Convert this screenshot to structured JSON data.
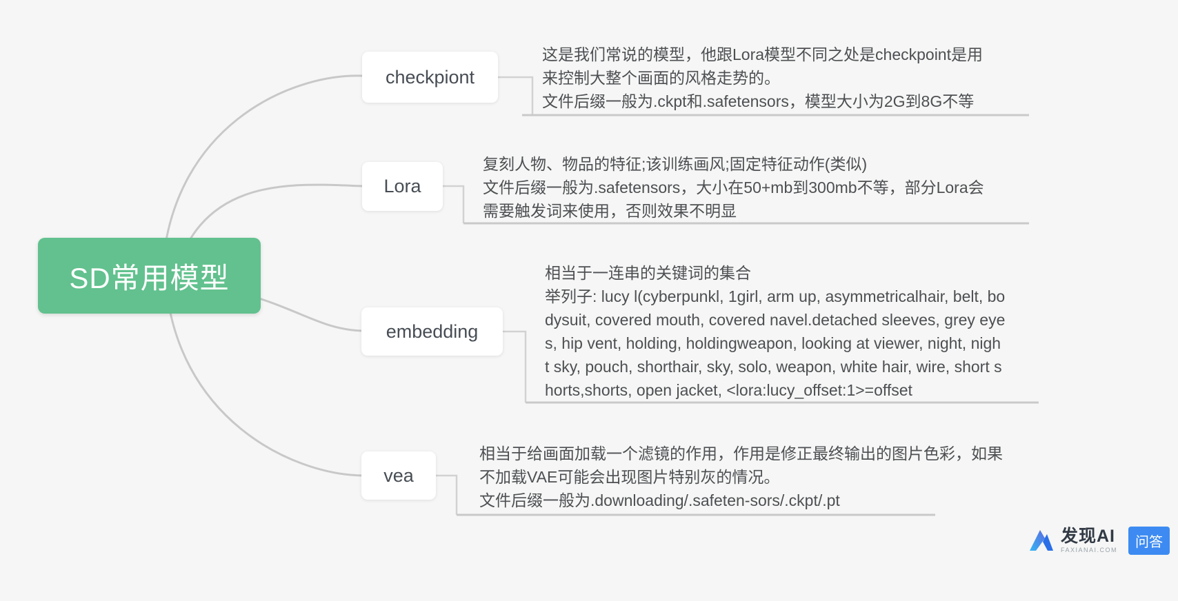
{
  "page": {
    "background": "#f5f6f5"
  },
  "root": {
    "label": "SD常用模型",
    "fill_color": "#62c18e",
    "text_color": "#ffffff"
  },
  "branches": [
    {
      "label": "checkpiont",
      "lines": [
        "这是我们常说的模型，他跟Lora模型不同之处是checkpoint是用",
        "来控制大整个画面的风格走势的。",
        "文件后缀一般为.ckpt和.safetensors，模型大小为2G到8G不等"
      ]
    },
    {
      "label": "Lora",
      "lines": [
        "复刻人物、物品的特征;该训练画风;固定特征动作(类似)",
        "文件后缀一般为.safetensors，大小在50+mb到300mb不等，部分Lora会",
        "需要触发词来使用，否则效果不明显"
      ]
    },
    {
      "label": "embedding",
      "lines": [
        "相当于一连串的关键词的集合",
        "举列子: lucy l(cyberpunkl, 1girl, arm up, asymmetricalhair, belt, bo",
        "dysuit, covered mouth, covered navel.detached sleeves, grey eye",
        "s, hip vent, holding, holdingweapon, looking at viewer, night, nigh",
        "t sky, pouch, shorthair, sky, solo, weapon, white hair, wire, short s",
        "horts,shorts, open jacket, <lora:lucy_offset:1>=offset"
      ]
    },
    {
      "label": "vea",
      "lines": [
        "相当于给画面加载一个滤镜的作用，作用是修正最终输出的图片色彩，如果",
        "不加载VAE可能会出现图片特别灰的情况。",
        "文件后缀一般为.downloading/.safeten-sors/.ckpt/.pt"
      ]
    }
  ],
  "colors": {
    "connector": "#c8c8c8",
    "underline": "#c9c9c9",
    "badge_blue": "#3d8bf2"
  },
  "watermark": {
    "logo_mark": "AI",
    "logo_title": "发现AI",
    "logo_sub": "FAXIANAI.COM",
    "badge": "问答"
  }
}
